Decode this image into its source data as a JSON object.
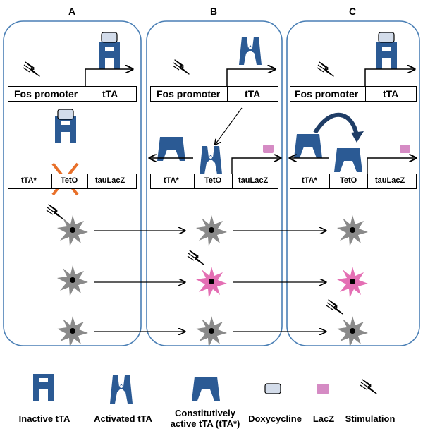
{
  "panels": [
    {
      "letter": "A",
      "promoter": "Fos promoter",
      "tta": "tTA",
      "genes": [
        "tTA*",
        "TetO",
        "tauLacZ"
      ]
    },
    {
      "letter": "B",
      "promoter": "Fos promoter",
      "tta": "tTA",
      "genes": [
        "tTA*",
        "TetO",
        "tauLacZ"
      ]
    },
    {
      "letter": "C",
      "promoter": "Fos promoter",
      "tta": "tTA",
      "genes": [
        "tTA*",
        "TetO",
        "tauLacZ"
      ]
    }
  ],
  "legend": {
    "inactive": "Inactive tTA",
    "activated": "Activated tTA",
    "constitutive_line1": "Constitutively",
    "constitutive_line2": "active tTA (tTA*)",
    "doxycycline": "Doxycycline",
    "lacz": "LacZ",
    "stimulation": "Stimulation"
  },
  "colors": {
    "protein": "#2b5a94",
    "panel_border": "#4a7fb5",
    "neuron_gray": "#8a8a8a",
    "neuron_pink": "#e46fb4",
    "lacz": "#d58bc4",
    "doxycycline": "#d3dcea",
    "blocked_x": "#e8702a"
  }
}
